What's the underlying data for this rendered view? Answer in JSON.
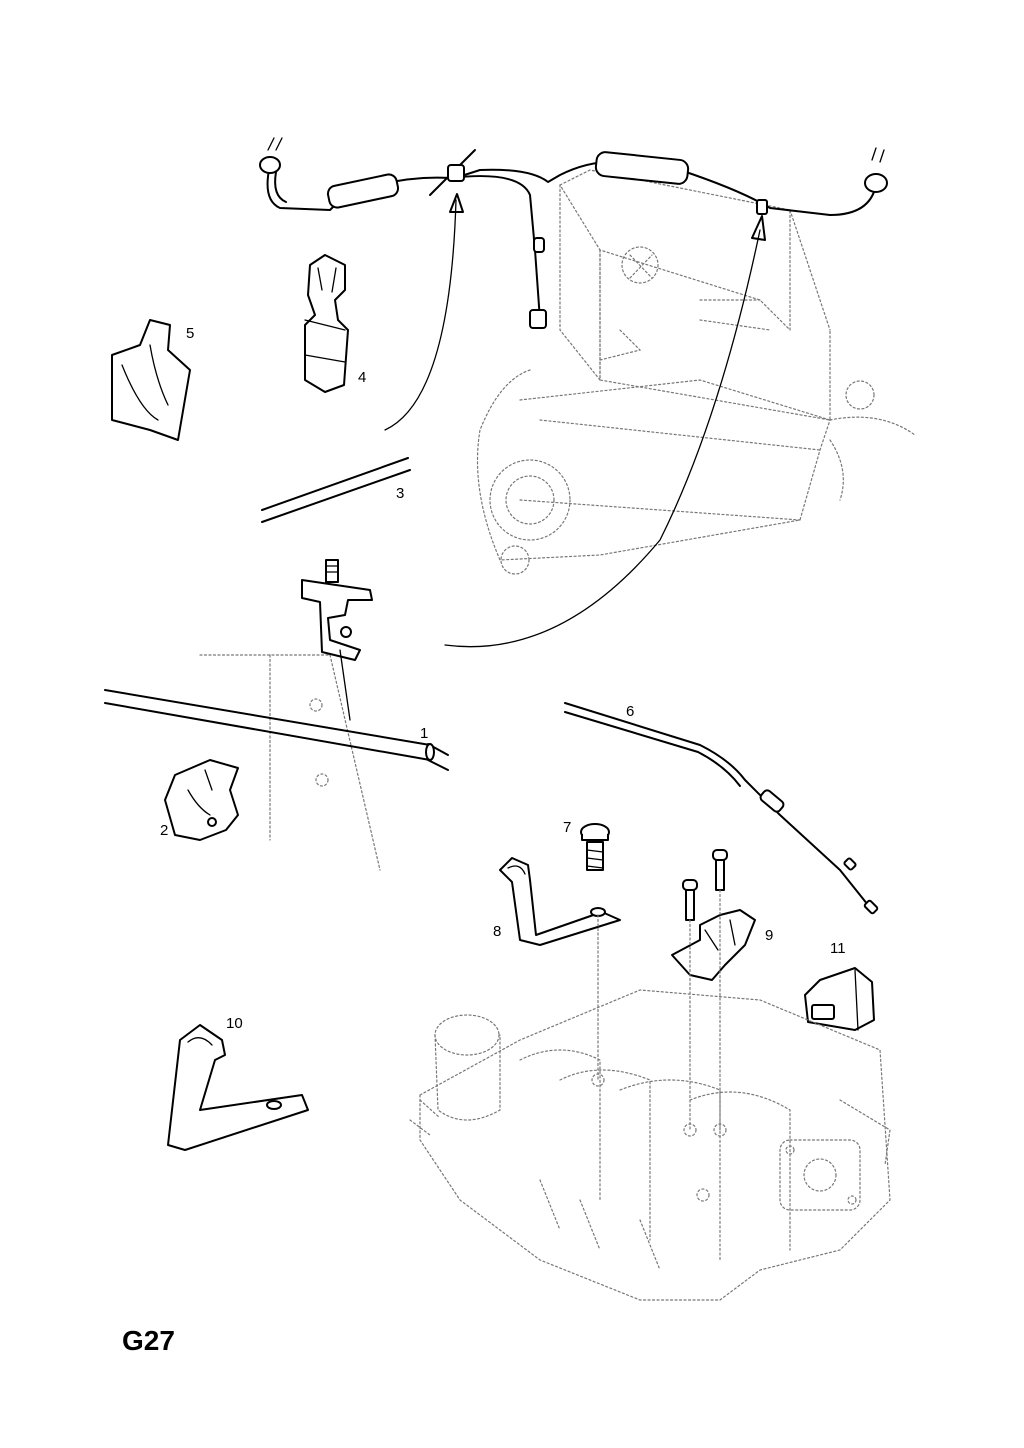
{
  "page_code": "G27",
  "callouts": {
    "c1": "1",
    "c2": "2",
    "c3": "3",
    "c4": "4",
    "c5": "5",
    "c6": "6",
    "c7": "7",
    "c8": "8",
    "c9": "9",
    "c10": "10",
    "c11": "11"
  }
}
